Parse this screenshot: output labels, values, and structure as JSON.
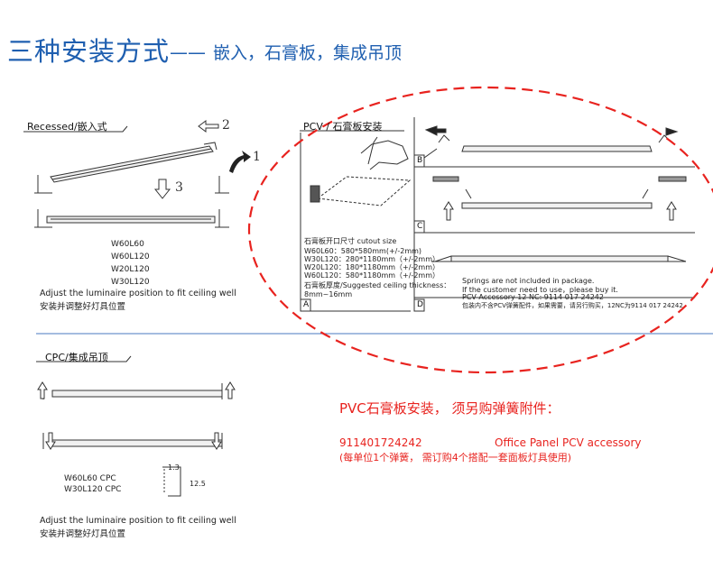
{
  "title": {
    "main": "三种安装方式",
    "dash": "——",
    "sub": "嵌入，石膏板，集成吊顶"
  },
  "recessed": {
    "label": "Recessed/嵌入式",
    "step1": "1",
    "step2": "2",
    "step3": "3",
    "models": [
      "W60L60",
      "W60L120",
      "W20L120",
      "W30L120"
    ],
    "note_en": "Adjust the luminaire position to fit ceiling well",
    "note_cn": "安装并调整好灯具位置"
  },
  "pcv": {
    "label": "PCV / 石膏板安装",
    "cutout_title": "石膏板开口尺寸 cutout size",
    "cutout_lines": [
      "W60L60：580*580mm(+/-2mm)",
      "W30L120：280*1180mm（+/-2mm）",
      "W20L120：180*1180mm（+/-2mm）",
      "W60L120：580*1180mm（+/-2mm）"
    ],
    "thickness": "石膏板厚度/Suggested ceiling thickness：",
    "thickness_val": "8mm~16mm",
    "letters": [
      "A",
      "B",
      "C",
      "D"
    ],
    "springs_lines": [
      "Springs are not included in package.",
      "If the customer need to use，please buy it.",
      "PCV Accessory 12 NC: 9114 017 24242",
      "包装内不含PCV弹簧配件，如果需要，请另行购买，12NC为9114 017 24242"
    ]
  },
  "cpc": {
    "label": "CPC/集成吊顶",
    "models": [
      "W60L60 CPC",
      "W30L120 CPC"
    ],
    "dim1": "1.3",
    "dim2": "12.5",
    "note_en": "Adjust the luminaire position to fit ceiling well",
    "note_cn": "安装并调整好灯具位置"
  },
  "pvc_note": {
    "heading": "PVC石膏板安装， 须另购弹簧附件：",
    "part_no": "911401724242",
    "part_name": "Office Panel PCV accessory",
    "detail": "(每单位1个弹簧， 需订购4个搭配一套面板灯具使用)"
  },
  "colors": {
    "title": "#1f5fb0",
    "accent_red": "#e8231f",
    "divider": "#4a78c2",
    "line": "#333333"
  }
}
